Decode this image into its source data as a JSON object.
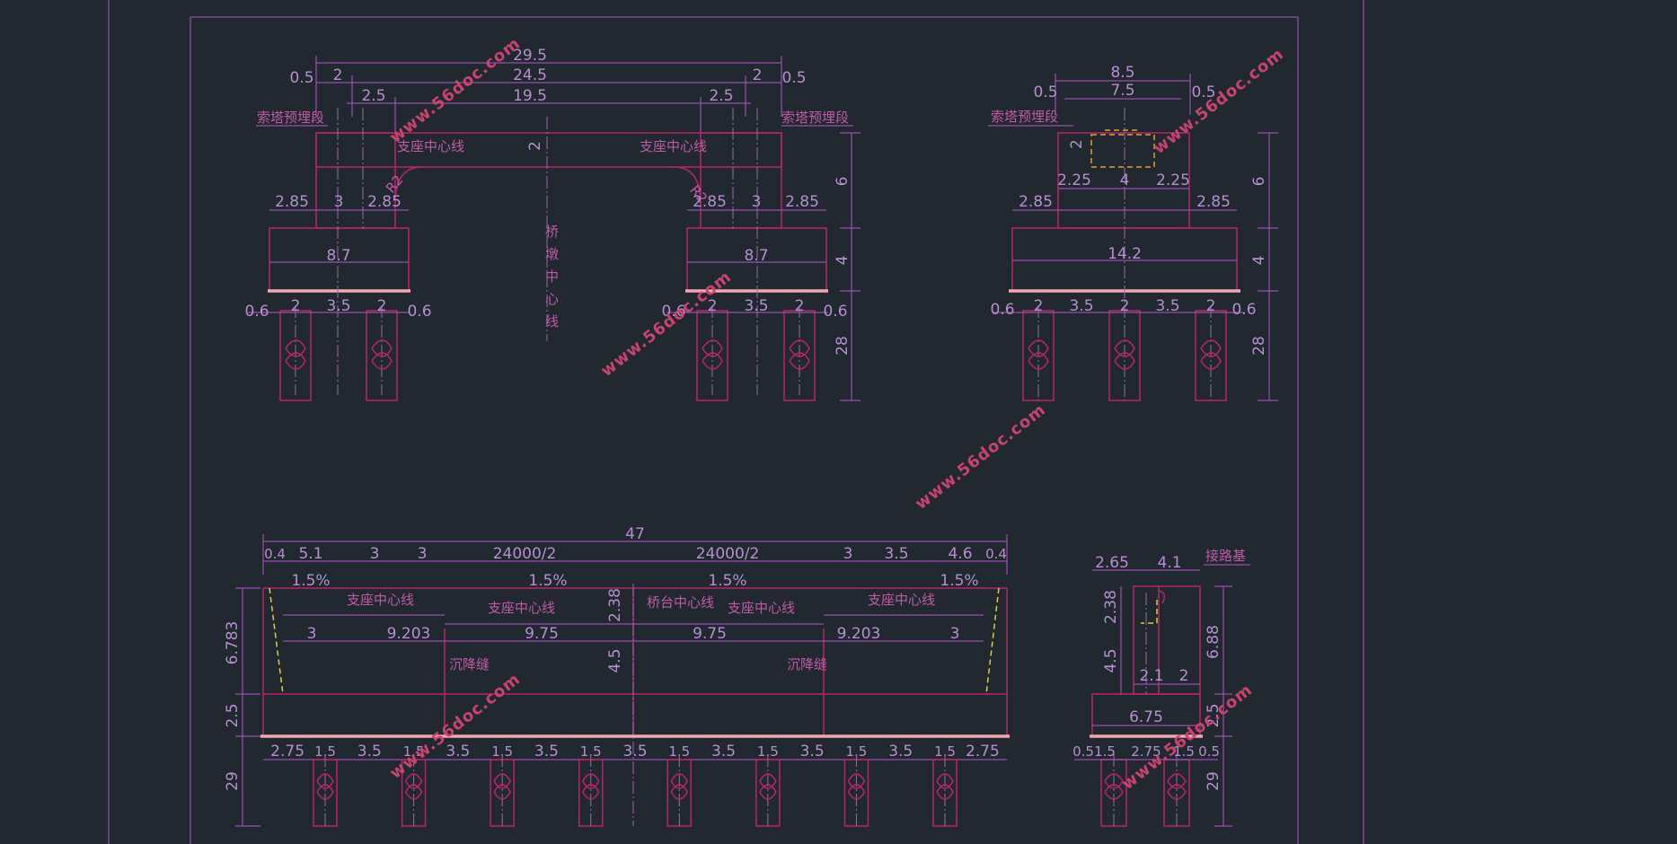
{
  "pier_elevation": {
    "top_dims": {
      "overall": "29.5",
      "inner": "24.5",
      "span": "19.5",
      "edge_l": "0.5",
      "edge_r": "0.5",
      "side_l": "2",
      "side_r": "2",
      "step_l": "2.5",
      "step_r": "2.5"
    },
    "labels": {
      "cable_tower_l": "索塔预埋段",
      "cable_tower_r": "索塔预埋段",
      "bearing_l": "支座中心线",
      "bearing_r": "支座中心线",
      "pier_axis": "桥墩中心线",
      "radius_l": "R2",
      "radius_r": "R2"
    },
    "beam_depth": "2",
    "left": {
      "a": "2.85",
      "b": "3",
      "c": "2.85",
      "width": "8.7",
      "p1": "0.6",
      "p2": "2",
      "p3": "3.5",
      "p4": "2",
      "p5": "0.6"
    },
    "right": {
      "a": "2.85",
      "b": "3",
      "c": "2.85",
      "width": "8.7",
      "p1": "0.6",
      "p2": "2",
      "p3": "3.5",
      "p4": "2",
      "p5": "0.6"
    },
    "heights": {
      "h1": "6",
      "h2": "4",
      "h3": "28"
    }
  },
  "pier_side": {
    "top": {
      "w1": "8.5",
      "w2": "7.5",
      "e1": "0.5",
      "e2": "0.5",
      "d": "2"
    },
    "label": "索塔预埋段",
    "mid": {
      "a": "2.25",
      "b": "4",
      "c": "2.25",
      "l": "2.85",
      "r": "2.85",
      "width": "14.2"
    },
    "piles": {
      "p1": "0.6",
      "p2": "2",
      "p3": "3.5",
      "p4": "2",
      "p5": "3.5",
      "p6": "2",
      "p7": "0.6"
    },
    "heights": {
      "h1": "6",
      "h2": "4",
      "h3": "28"
    }
  },
  "abutment": {
    "overall": "47",
    "top_dims": [
      "0.4",
      "5.1",
      "3",
      "3",
      "24000/2",
      "24000/2",
      "3",
      "3.5",
      "4.6",
      "0.4"
    ],
    "slopes": [
      "1.5%",
      "1.5%",
      "1.5%",
      "1.5%"
    ],
    "labels": {
      "bearing1": "支座中心线",
      "bearing2": "支座中心线",
      "bearing3": "支座中心线",
      "bearing4": "支座中心线",
      "abut_axis": "桥台中心线",
      "joint_l": "沉降缝",
      "joint_r": "沉降缝"
    },
    "mid_dims": [
      "3",
      "9.203",
      "9.75",
      "9.75",
      "9.203",
      "3"
    ],
    "heights": {
      "h1": "6.783",
      "h2": "2.5",
      "h3": "29",
      "inner1": "2.38",
      "inner2": "4.5"
    },
    "pile_dims": [
      "2.75",
      "1.5",
      "3.5",
      "1.5",
      "3.5",
      "1.5",
      "3.5",
      "1.5",
      "3.5",
      "1.5",
      "3.5",
      "1.5",
      "3.5",
      "1.5",
      "3.5",
      "1.5",
      "2.75"
    ]
  },
  "abutment_side": {
    "label": "接路基",
    "top": {
      "a": "2.65",
      "b": "4.1"
    },
    "inner": {
      "h1": "2.38",
      "h2": "4.5",
      "w1": "2.1",
      "w2": "2"
    },
    "right_h": {
      "h1": "6.88",
      "h2": "2.5",
      "h3": "29"
    },
    "width": "6.75",
    "piles": [
      "0.5",
      "1.5",
      "2.75",
      "1.5",
      "0.5"
    ]
  },
  "watermark": "www.56doc.com"
}
